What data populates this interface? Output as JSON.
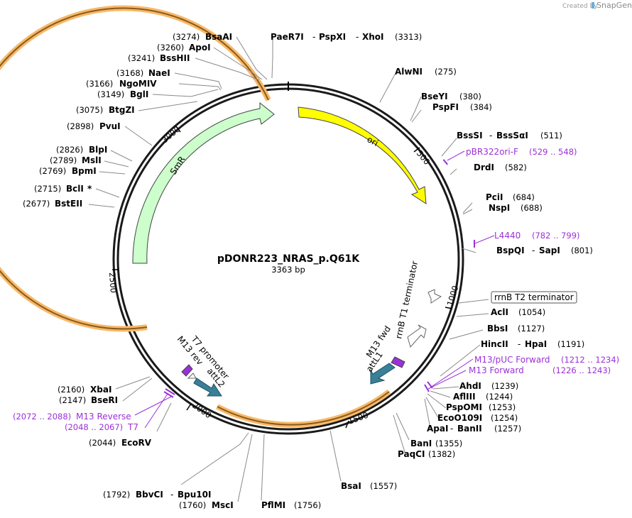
{
  "plasmid": {
    "name": "pDONR223_NRAS_p.Q61K",
    "size": "3363 bp"
  },
  "credit": {
    "created_by": "Created by",
    "brand": "SnapGene"
  },
  "ticks": [
    "500",
    "1000",
    "1500",
    "2000",
    "2500",
    "3000"
  ],
  "features": {
    "ori": "ori",
    "smr": "SmR",
    "rrnb_t1": "rrnB T1 terminator",
    "rrnb_t2": "rrnB T2 terminator",
    "t7_promoter": "T7 promoter",
    "m13_rev": "M13 rev",
    "attl2": "attL2",
    "m13_fwd": "M13 fwd",
    "attl1": "attL1"
  },
  "enzymes_right": [
    {
      "name": "AlwNI",
      "pos": "(275)"
    },
    {
      "name": "BseYI",
      "pos": "(380)"
    },
    {
      "name": "PspFI",
      "pos": "(384)"
    },
    {
      "name": "BssSI",
      "name2": "BssSαI",
      "pos": "(511)"
    },
    {
      "name": "DrdI",
      "pos": "(582)"
    },
    {
      "name": "PciI",
      "pos": "(684)"
    },
    {
      "name": "NspI",
      "pos": "(688)"
    },
    {
      "name": "BspQI",
      "name2": "SapI",
      "pos": "(801)"
    },
    {
      "name": "AclI",
      "pos": "(1054)"
    },
    {
      "name": "BbsI",
      "pos": "(1127)"
    },
    {
      "name": "HincII",
      "name2": "HpaI",
      "pos": "(1191)"
    },
    {
      "name": "AhdI",
      "pos": "(1239)"
    },
    {
      "name": "AflIII",
      "pos": "(1244)"
    },
    {
      "name": "PspOMI",
      "pos": "(1253)"
    },
    {
      "name": "EcoO109I",
      "pos": "(1254)"
    },
    {
      "name": "ApaI",
      "name2": "BanII",
      "pos": "(1257)"
    },
    {
      "name": "BanI",
      "pos": "(1355)"
    },
    {
      "name": "PaqCI",
      "pos": "(1382)"
    },
    {
      "name": "BsaI",
      "pos": "(1557)"
    },
    {
      "name": "PflMI",
      "pos": "(1756)"
    }
  ],
  "enzymes_left": [
    {
      "name": "BsaAI",
      "pos": "(3274)"
    },
    {
      "name": "ApoI",
      "pos": "(3260)"
    },
    {
      "name": "BssHII",
      "pos": "(3241)"
    },
    {
      "name": "NaeI",
      "pos": "(3168)"
    },
    {
      "name": "NgoMIV",
      "pos": "(3166)"
    },
    {
      "name": "BglI",
      "pos": "(3149)"
    },
    {
      "name": "BtgZI",
      "pos": "(3075)"
    },
    {
      "name": "PvuI",
      "pos": "(2898)"
    },
    {
      "name": "BlpI",
      "pos": "(2826)"
    },
    {
      "name": "MslI",
      "pos": "(2789)"
    },
    {
      "name": "BpmI",
      "pos": "(2769)"
    },
    {
      "name": "BclI",
      "mark": "*",
      "pos": "(2715)"
    },
    {
      "name": "BstEII",
      "pos": "(2677)"
    },
    {
      "name": "XbaI",
      "pos": "(2160)"
    },
    {
      "name": "BseRI",
      "pos": "(2147)"
    },
    {
      "name": "EcoRV",
      "pos": "(2044)"
    },
    {
      "name": "BbvCI",
      "name2": "Bpu10I",
      "pos": "(1792)"
    },
    {
      "name": "MscI",
      "pos": "(1760)"
    }
  ],
  "top_enzymes": {
    "names": [
      "PaeR7I",
      "PspXI",
      "XhoI"
    ],
    "pos": "(3313)"
  },
  "primers": [
    {
      "name": "pBR322ori-F",
      "range": "(529 .. 548)"
    },
    {
      "name": "L4440",
      "range": "(782 .. 799)"
    },
    {
      "name": "M13/pUC Forward",
      "range": "(1212 .. 1234)"
    },
    {
      "name": "M13 Forward",
      "range": "(1226 .. 1243)"
    },
    {
      "name": "M13 Reverse",
      "range": "(2072 .. 2088)"
    },
    {
      "name": "T7",
      "range": "(2048 .. 2067)"
    }
  ],
  "colors": {
    "ori": "#ffff00",
    "smr": "#ccffcc",
    "orange": "#f7b96a",
    "teal": "#3a7f98",
    "primer": "#9b30d9",
    "arrow_outline": "#444444"
  }
}
